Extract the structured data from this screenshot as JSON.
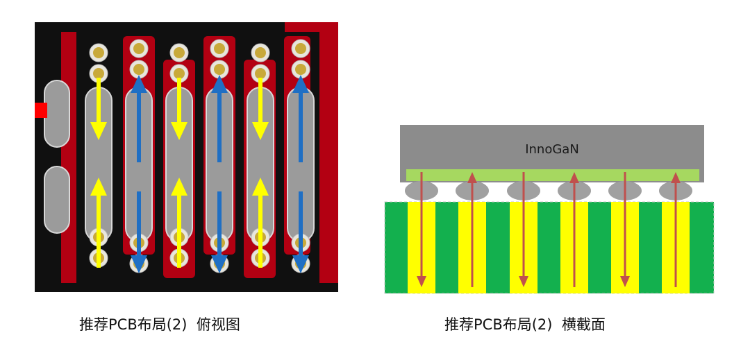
{
  "top_view": {
    "caption": "推荐PCB布局(2)  俯视图",
    "colors": {
      "board": "#b30012",
      "trace": "#101010",
      "pad": "#9b9b9b",
      "pad_outline": "#d8d8d8",
      "via_ring": "#e8e6dc",
      "via_core": "#c8a93a",
      "source_arrow": "#ffff00",
      "drain_arrow": "#1f6fc4",
      "connector": "#ff0000"
    },
    "icons": [
      "down-arrow-icon",
      "up-arrow-icon"
    ]
  },
  "cross_section": {
    "caption": "推荐PCB布局(2)  横截面",
    "chip_label": "InnoGaN",
    "colors": {
      "chip": "#8c8c8c",
      "die_pad": "#a6d860",
      "solder_ball": "#a0a0a0",
      "pcb": "#13b04e",
      "via": "#ffff00",
      "current_arrow": "#c0504d"
    },
    "current_directions": [
      "down",
      "up",
      "down",
      "up",
      "down",
      "up"
    ]
  }
}
